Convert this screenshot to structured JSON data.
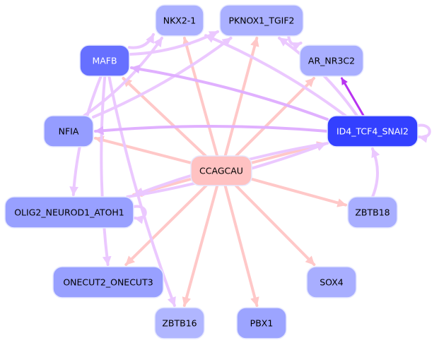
{
  "diagram": {
    "type": "regulatory-network",
    "colors": {
      "edge_from_hub": "#ffc8c8",
      "edge_tf": "#ebc8ff",
      "edge_tf_dark": "#e0b0ff",
      "edge_strong": "#b833f0",
      "hub_fill": "#ffc0c0"
    },
    "nodes": [
      {
        "id": "CCAGCAU",
        "label": "CCAGCAU",
        "fill": "#ffc2c2",
        "text": "#000000"
      },
      {
        "id": "NKX2-1",
        "label": "NKX2-1",
        "fill": "#aab0ff",
        "text": "#000000"
      },
      {
        "id": "PKNOX1_TGIF2",
        "label": "PKNOX1_TGIF2",
        "fill": "#aab0ff",
        "text": "#000000"
      },
      {
        "id": "MAFB",
        "label": "MAFB",
        "fill": "#6670ff",
        "text": "#ffffff"
      },
      {
        "id": "AR_NR3C2",
        "label": "AR_NR3C2",
        "fill": "#a8aeff",
        "text": "#000000"
      },
      {
        "id": "NFIA",
        "label": "NFIA",
        "fill": "#959dff",
        "text": "#000000"
      },
      {
        "id": "ID4_TCF4_SNAI2",
        "label": "ID4_TCF4_SNAI2",
        "fill": "#3340ff",
        "text": "#ffffff"
      },
      {
        "id": "OLIG2_NEUROD1_ATOH1",
        "label": "OLIG2_NEUROD1_ATOH1",
        "fill": "#98a0ff",
        "text": "#000000"
      },
      {
        "id": "ZBTB18",
        "label": "ZBTB18",
        "fill": "#a8aeff",
        "text": "#000000"
      },
      {
        "id": "ONECUT2_ONECUT3",
        "label": "ONECUT2_ONECUT3",
        "fill": "#98a0ff",
        "text": "#000000"
      },
      {
        "id": "SOX4",
        "label": "SOX4",
        "fill": "#a8aeff",
        "text": "#000000"
      },
      {
        "id": "ZBTB16",
        "label": "ZBTB16",
        "fill": "#b0b6ff",
        "text": "#000000"
      },
      {
        "id": "PBX1",
        "label": "PBX1",
        "fill": "#9ca4ff",
        "text": "#000000"
      }
    ],
    "edges": [
      {
        "from": "CCAGCAU",
        "to": "NKX2-1",
        "kind": "hub"
      },
      {
        "from": "CCAGCAU",
        "to": "PKNOX1_TGIF2",
        "kind": "hub"
      },
      {
        "from": "CCAGCAU",
        "to": "MAFB",
        "kind": "hub"
      },
      {
        "from": "CCAGCAU",
        "to": "AR_NR3C2",
        "kind": "hub"
      },
      {
        "from": "CCAGCAU",
        "to": "NFIA",
        "kind": "hub"
      },
      {
        "from": "CCAGCAU",
        "to": "ID4_TCF4_SNAI2",
        "kind": "hub"
      },
      {
        "from": "CCAGCAU",
        "to": "OLIG2_NEUROD1_ATOH1",
        "kind": "hub"
      },
      {
        "from": "CCAGCAU",
        "to": "ZBTB18",
        "kind": "hub"
      },
      {
        "from": "CCAGCAU",
        "to": "ONECUT2_ONECUT3",
        "kind": "hub"
      },
      {
        "from": "CCAGCAU",
        "to": "SOX4",
        "kind": "hub"
      },
      {
        "from": "CCAGCAU",
        "to": "ZBTB16",
        "kind": "hub"
      },
      {
        "from": "CCAGCAU",
        "to": "PBX1",
        "kind": "hub"
      },
      {
        "from": "MAFB",
        "to": "NKX2-1",
        "kind": "tf"
      },
      {
        "from": "MAFB",
        "to": "PKNOX1_TGIF2",
        "kind": "tf"
      },
      {
        "from": "MAFB",
        "to": "OLIG2_NEUROD1_ATOH1",
        "kind": "tf"
      },
      {
        "from": "MAFB",
        "to": "ONECUT2_ONECUT3",
        "kind": "tf"
      },
      {
        "from": "MAFB",
        "to": "ZBTB16",
        "kind": "tf"
      },
      {
        "from": "NFIA",
        "to": "NKX2-1",
        "kind": "tf"
      },
      {
        "from": "NFIA",
        "to": "PKNOX1_TGIF2",
        "kind": "tf"
      },
      {
        "from": "PKNOX1_TGIF2",
        "to": "AR_NR3C2",
        "kind": "tf"
      },
      {
        "from": "ID4_TCF4_SNAI2",
        "to": "MAFB",
        "kind": "tf_dark"
      },
      {
        "from": "ID4_TCF4_SNAI2",
        "to": "NFIA",
        "kind": "tf_dark"
      },
      {
        "from": "ID4_TCF4_SNAI2",
        "to": "NKX2-1",
        "kind": "tf"
      },
      {
        "from": "ID4_TCF4_SNAI2",
        "to": "PKNOX1_TGIF2",
        "kind": "tf"
      },
      {
        "from": "ID4_TCF4_SNAI2",
        "to": "AR_NR3C2",
        "kind": "strong"
      },
      {
        "from": "ID4_TCF4_SNAI2",
        "to": "OLIG2_NEUROD1_ATOH1",
        "kind": "tf"
      },
      {
        "from": "ID4_TCF4_SNAI2",
        "to": "ID4_TCF4_SNAI2",
        "kind": "tf",
        "self_loop": true
      },
      {
        "from": "OLIG2_NEUROD1_ATOH1",
        "to": "ID4_TCF4_SNAI2",
        "kind": "tf"
      },
      {
        "from": "OLIG2_NEUROD1_ATOH1",
        "to": "OLIG2_NEUROD1_ATOH1",
        "kind": "tf",
        "self_loop": true
      },
      {
        "from": "ZBTB18",
        "to": "ID4_TCF4_SNAI2",
        "kind": "tf"
      }
    ]
  }
}
